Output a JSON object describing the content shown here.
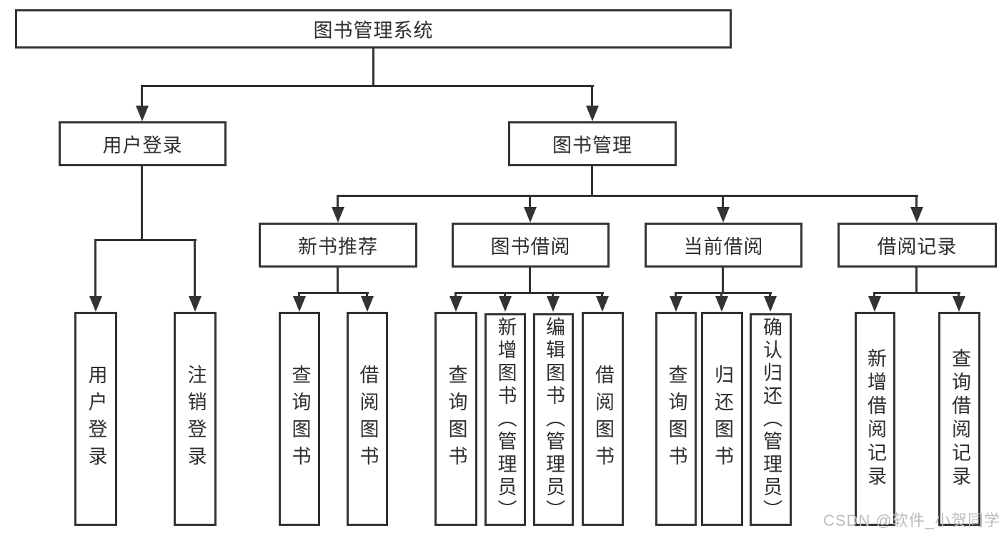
{
  "diagram": {
    "root": {
      "label": "图书管理系统",
      "children": [
        {
          "label": "用户登录",
          "children": [
            {
              "label": "用户登录"
            },
            {
              "label": "注销登录"
            }
          ]
        },
        {
          "label": "图书管理",
          "children": [
            {
              "label": "新书推荐",
              "children": [
                {
                  "label": "查询图书"
                },
                {
                  "label": "借阅图书"
                }
              ]
            },
            {
              "label": "图书借阅",
              "children": [
                {
                  "label": "查询图书"
                },
                {
                  "label": "新增图书（管理员）"
                },
                {
                  "label": "编辑图书（管理员）"
                },
                {
                  "label": "借阅图书"
                }
              ]
            },
            {
              "label": "当前借阅",
              "children": [
                {
                  "label": "查询图书"
                },
                {
                  "label": "归还图书"
                },
                {
                  "label": "确认归还（管理员）"
                }
              ]
            },
            {
              "label": "借阅记录",
              "children": [
                {
                  "label": "新增借阅记录"
                },
                {
                  "label": "查询借阅记录"
                }
              ]
            }
          ]
        }
      ]
    }
  },
  "watermark": "CSDN @软件_小贺同学",
  "colors": {
    "line": "#333333",
    "text": "#2f2f2f",
    "watermark": "#bcbcbc",
    "background": "#ffffff"
  }
}
